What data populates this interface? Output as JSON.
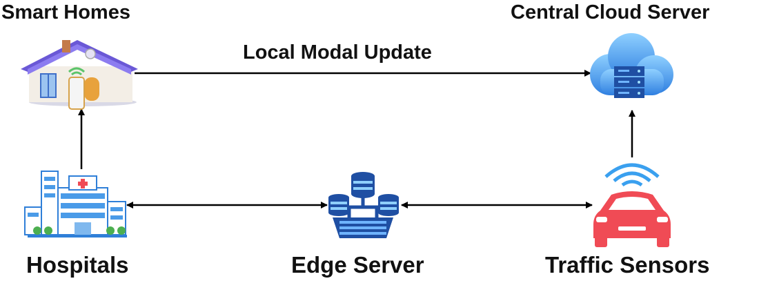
{
  "labels": {
    "smart_homes": "Smart Homes",
    "central_cloud": "Central Cloud Server",
    "local_update": "Local Modal Update",
    "hospitals": "Hospitals",
    "edge_server": "Edge Server",
    "traffic_sensors": "Traffic Sensors"
  },
  "icons": {
    "smart_home": "house-wifi-icon",
    "cloud": "cloud-server-icon",
    "hospital": "hospital-building-icon",
    "edge": "edge-server-icon",
    "car": "car-sensor-icon"
  },
  "colors": {
    "text": "#111111",
    "arrow": "#000000",
    "cloud": "#3b8ee8",
    "server": "#1f4fa3",
    "car": "#f04b55",
    "wifi": "#3aa0ef",
    "hospital": "#2f7fd8",
    "roof": "#6a58d6"
  }
}
